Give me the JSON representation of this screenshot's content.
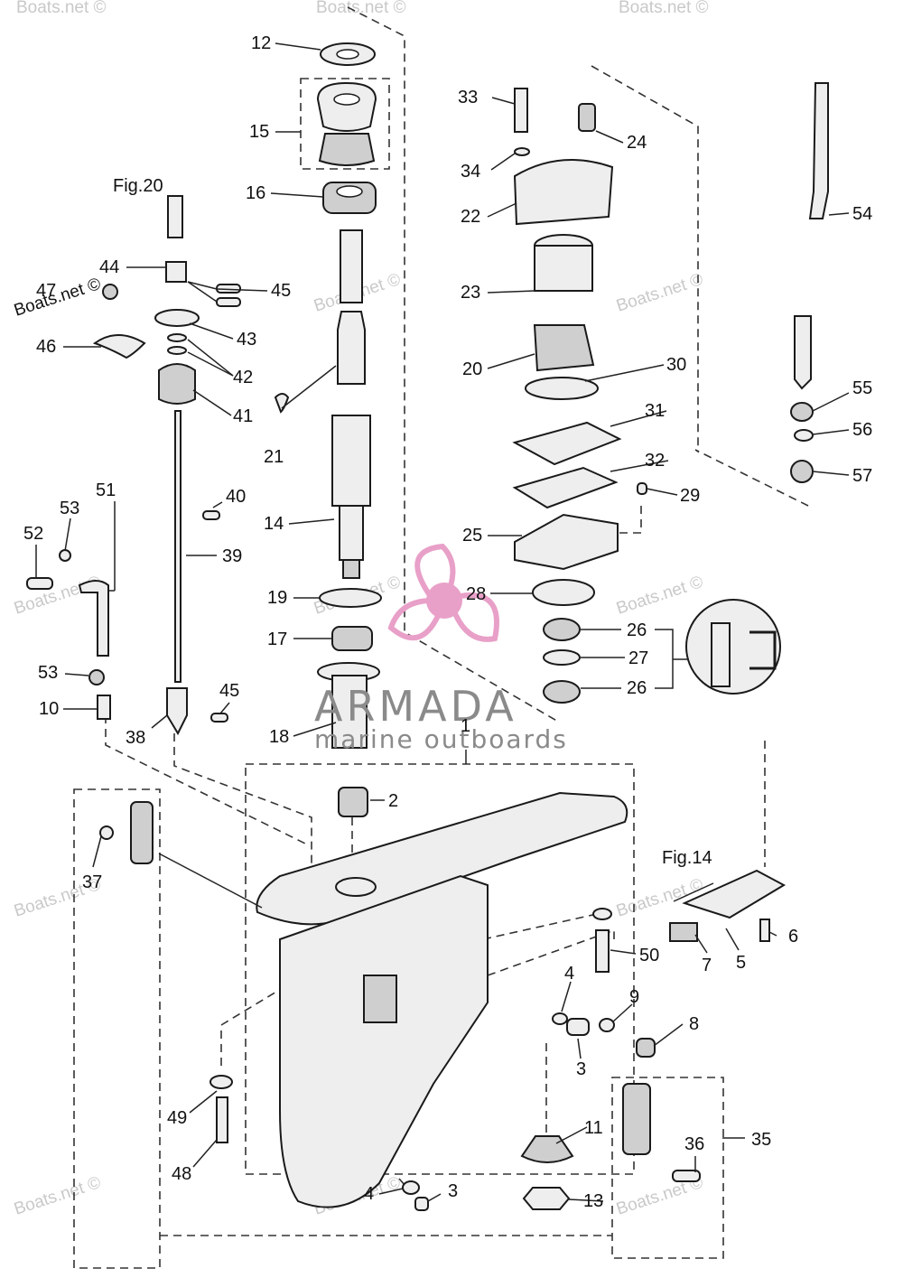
{
  "watermark_text": "Boats.net ©",
  "brand": {
    "name": "ARMADA",
    "tagline": "marine outboards",
    "logo_color": "#e8a0c8"
  },
  "fig_refs": [
    "Fig.20",
    "Fig.14"
  ],
  "callouts": [
    "1",
    "2",
    "3",
    "3",
    "4",
    "4",
    "5",
    "6",
    "7",
    "8",
    "9",
    "10",
    "11",
    "12",
    "13",
    "14",
    "15",
    "16",
    "17",
    "18",
    "19",
    "20",
    "21",
    "22",
    "23",
    "24",
    "25",
    "26",
    "26",
    "27",
    "28",
    "29",
    "30",
    "31",
    "32",
    "33",
    "34",
    "35",
    "36",
    "37",
    "38",
    "39",
    "40",
    "41",
    "42",
    "43",
    "44",
    "45",
    "45",
    "46",
    "47",
    "48",
    "49",
    "50",
    "51",
    "52",
    "53",
    "53",
    "54",
    "55",
    "56",
    "57"
  ]
}
